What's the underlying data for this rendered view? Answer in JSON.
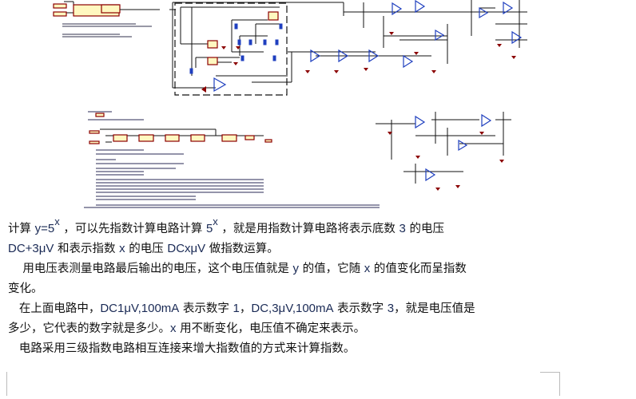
{
  "document": {
    "paragraphs": [
      {
        "lines": [
          [
            "计算 ",
            {
              "t": "y=5"
            },
            {
              "sup": "x"
            },
            " ，可以先指数计算电路计算 ",
            {
              "t": "5"
            },
            {
              "sup": "x"
            },
            " ，就是用指数计算电路将表示底数 ",
            {
              "t": "3"
            },
            " 的电压"
          ],
          [
            {
              "t": "DC+3μV"
            },
            " 和表示指数 ",
            {
              "t": "x"
            },
            " 的电压 ",
            {
              "t": "DCxμV"
            },
            " 做指数运算。"
          ]
        ]
      },
      {
        "lines": [
          [
            "    用电压表测量电路最后输出的电压，这个电压值就是 ",
            {
              "t": "y"
            },
            " 的值，它随 ",
            {
              "t": "x"
            },
            " 的值变化而呈指数"
          ],
          [
            "变化。"
          ]
        ]
      },
      {
        "lines": [
          [
            "   在上面电路中，",
            {
              "t": "DC1μV,100mA"
            },
            " 表示数字 ",
            {
              "t": "1"
            },
            "，",
            {
              "t": "DC,3μV,100mA"
            },
            " 表示数字 ",
            {
              "t": "3"
            },
            "，就是电压值是"
          ],
          [
            "多少，它代表的数字就是多少。",
            {
              "t": "x"
            },
            " 用不断变化，电压值不确定来表示。"
          ]
        ]
      },
      {
        "lines": [
          [
            "   电路采用三级指数电路相互连接来增大指数值的方式来计算指数。"
          ]
        ]
      }
    ]
  },
  "colors": {
    "wire": "#111111",
    "component": "#8b0000",
    "component_fill": "#fff8c0",
    "opamp": "#1f3fbf",
    "text": "#111111",
    "latin": "#1a2a55"
  }
}
